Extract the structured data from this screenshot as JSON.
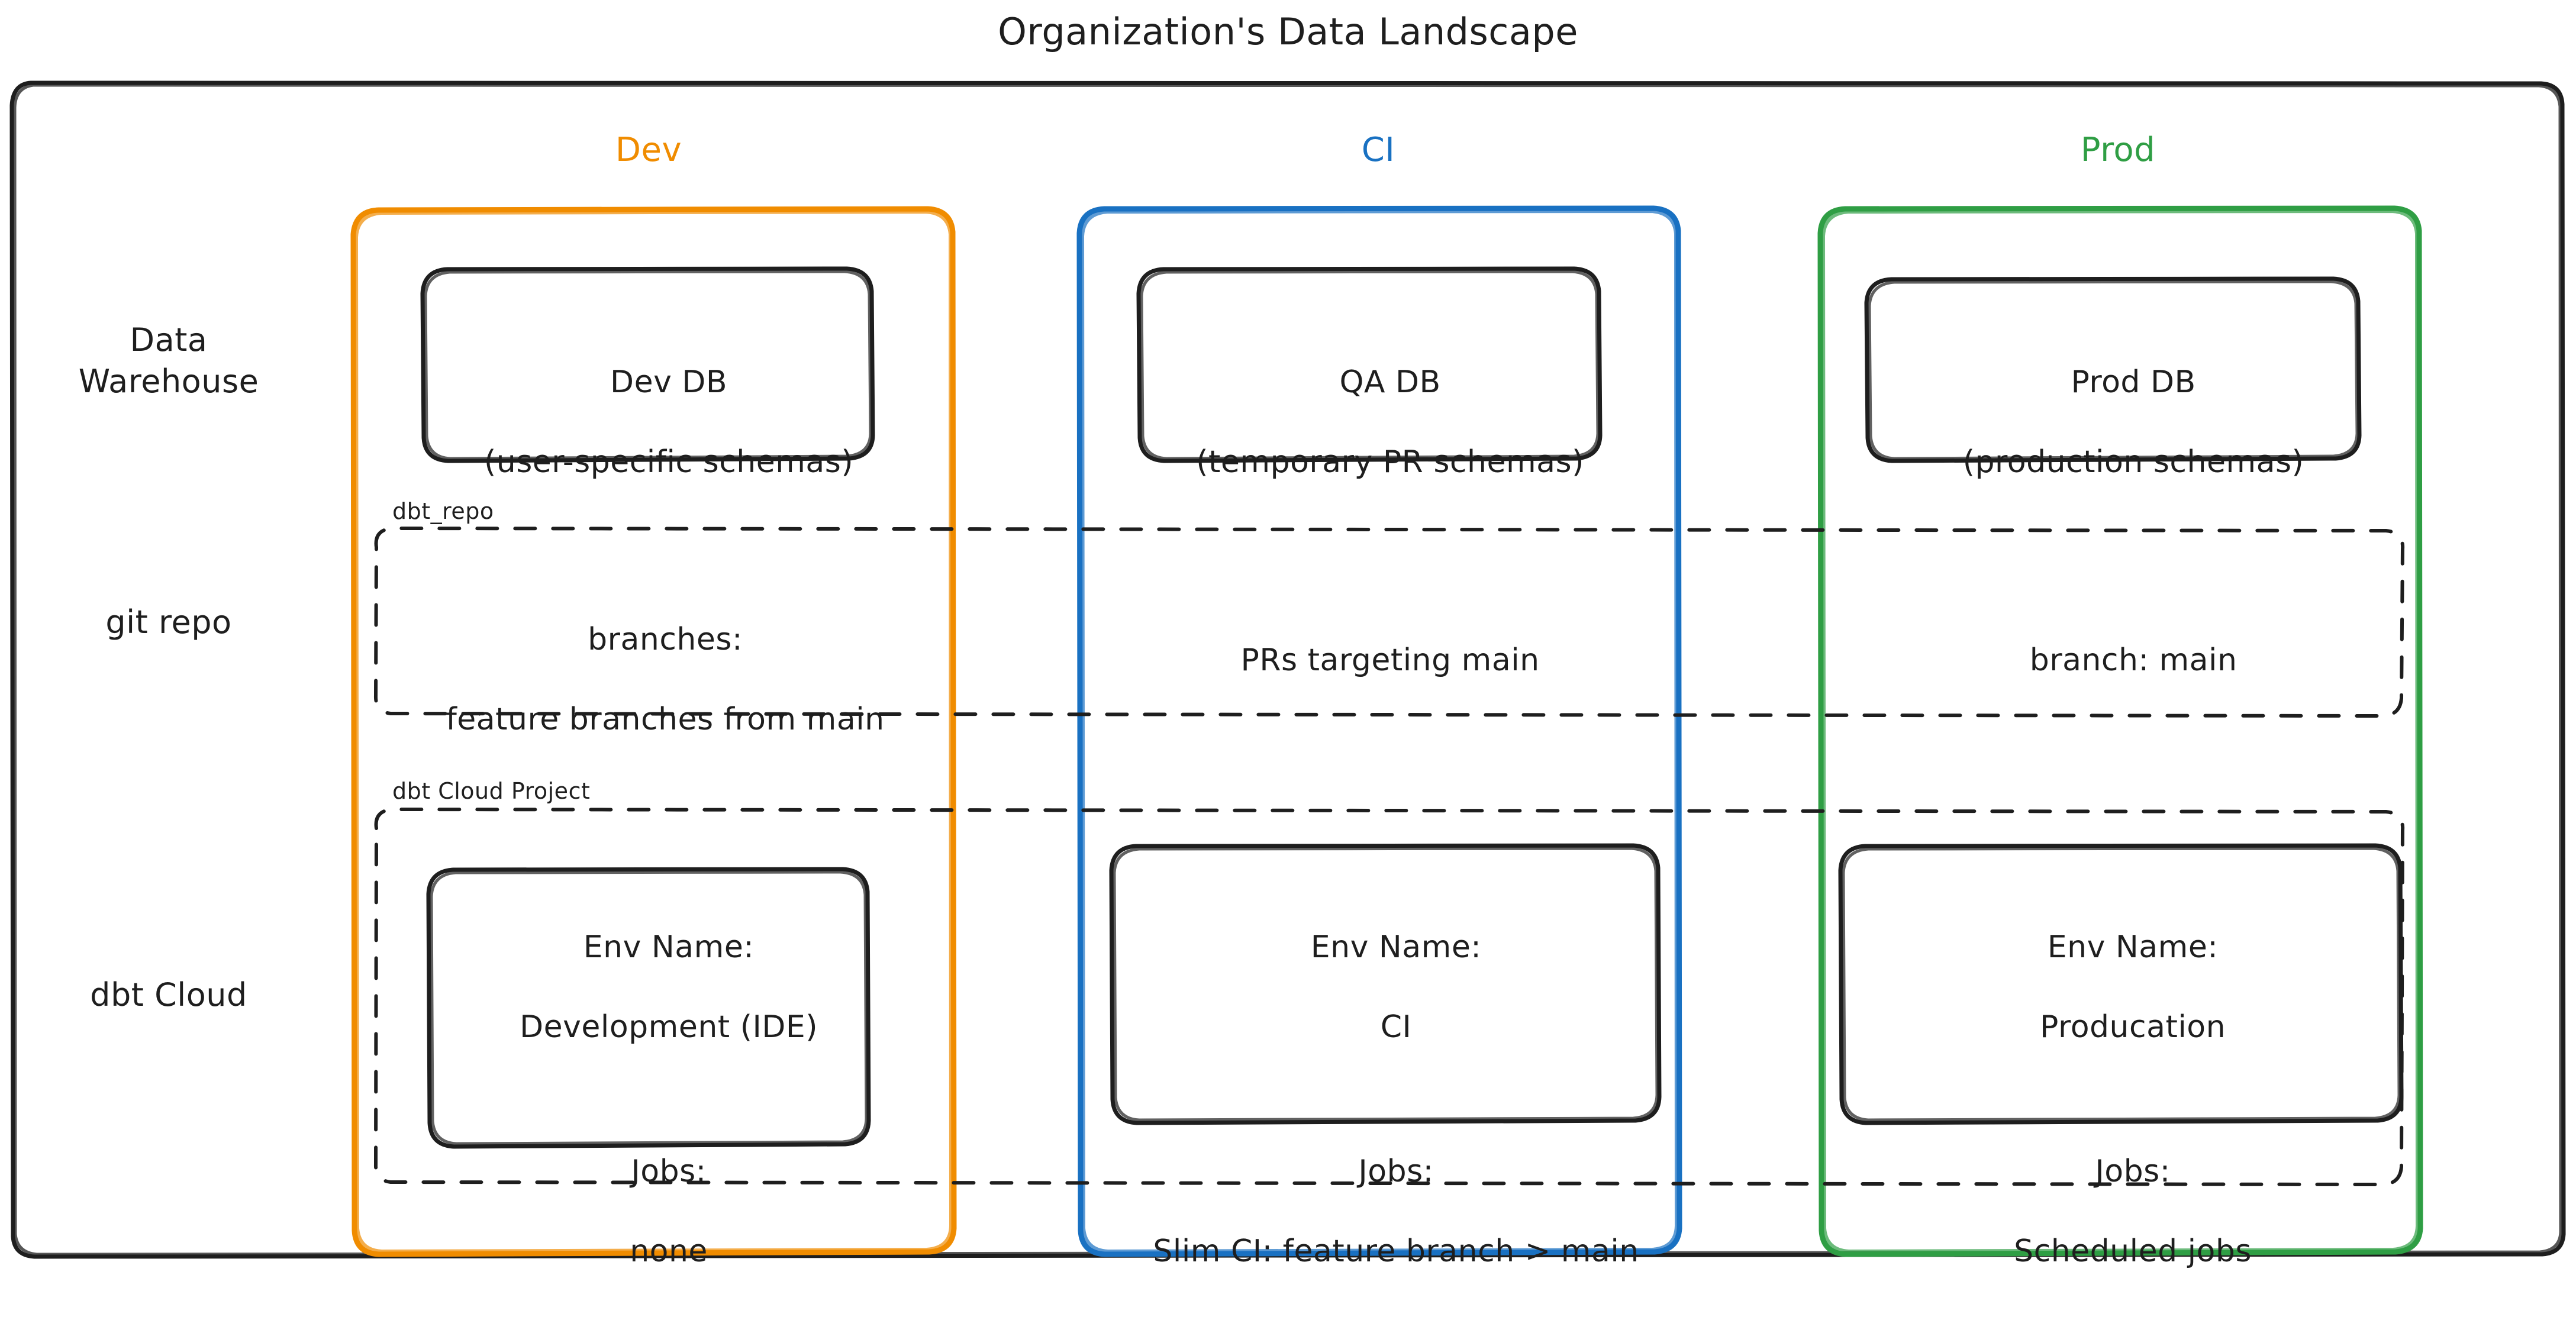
{
  "title": "Organization's Data Landscape",
  "columns": [
    {
      "key": "dev",
      "label": "Dev",
      "color": "#f08c00"
    },
    {
      "key": "ci",
      "label": "CI",
      "color": "#1971c2"
    },
    {
      "key": "prod",
      "label": "Prod",
      "color": "#2f9e44"
    }
  ],
  "rows": [
    {
      "key": "data_warehouse",
      "label": "Data\nWarehouse"
    },
    {
      "key": "git_repo",
      "label": "git repo"
    },
    {
      "key": "dbt_cloud",
      "label": "dbt Cloud"
    }
  ],
  "groups": {
    "repo_label": "dbt_repo",
    "cloud_label": "dbt Cloud Project"
  },
  "data_warehouse": {
    "dev": {
      "line1": "Dev DB",
      "line2": "(user-specific schemas)"
    },
    "ci": {
      "line1": "QA DB",
      "line2": "(temporary PR schemas)"
    },
    "prod": {
      "line1": "Prod DB",
      "line2": "(production schemas)"
    }
  },
  "git_repo": {
    "dev": {
      "line1": "branches:",
      "line2": "feature branches from main"
    },
    "ci": {
      "line1": "PRs targeting main",
      "line2": ""
    },
    "prod": {
      "line1": "branch: main",
      "line2": ""
    }
  },
  "dbt_cloud": {
    "dev": {
      "env_name_label": "Env Name:",
      "env_name_value": "Development (IDE)",
      "jobs_label": "Jobs:",
      "jobs_value": "none"
    },
    "ci": {
      "env_name_label": "Env Name:",
      "env_name_value": "CI",
      "jobs_label": "Jobs:",
      "jobs_value": "Slim CI: feature branch > main"
    },
    "prod": {
      "env_name_label": "Env Name:",
      "env_name_value": "Producation",
      "jobs_label": "Jobs:",
      "jobs_value": "Scheduled jobs"
    }
  },
  "colors": {
    "stroke": "#1e1e1e",
    "dev": "#f08c00",
    "ci": "#1971c2",
    "prod": "#2f9e44",
    "background": "#ffffff"
  }
}
